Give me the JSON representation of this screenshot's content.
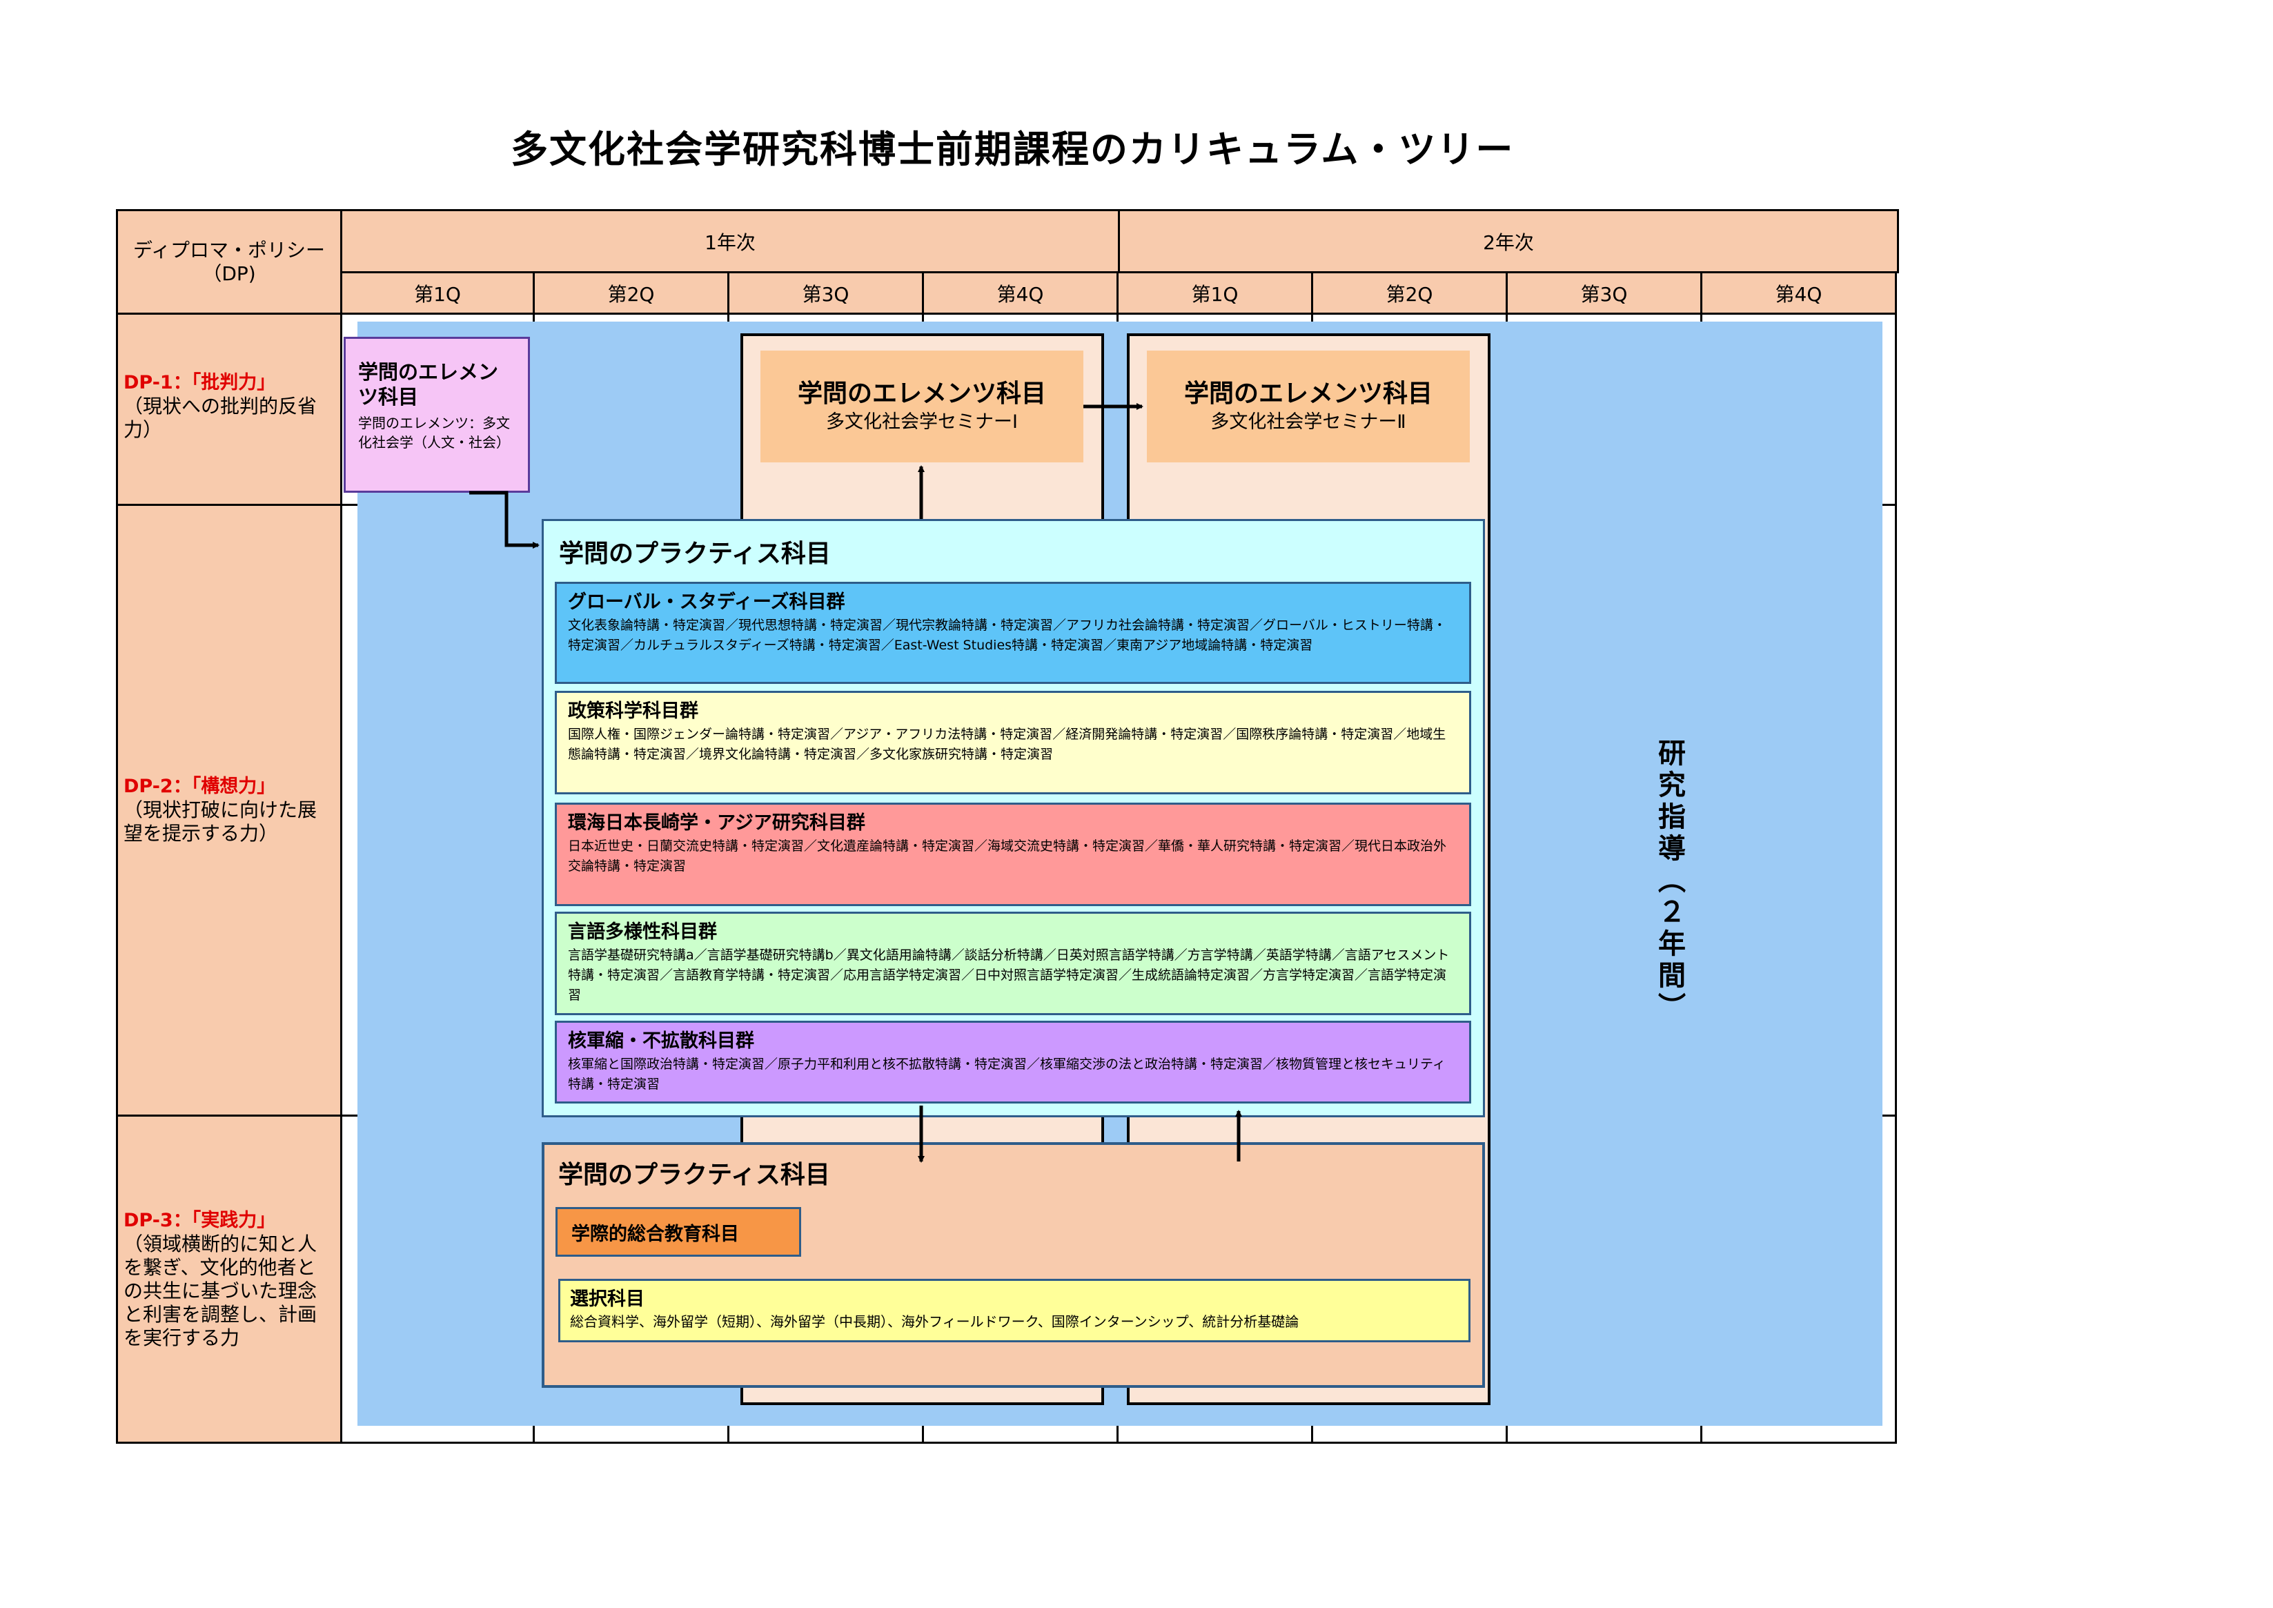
{
  "title": "多文化社会学研究科博士前期課程のカリキュラム・ツリー",
  "header": {
    "dp_header": "ディプロマ・ポリシー（DP)",
    "year1": "1年次",
    "year2": "2年次",
    "quarters": [
      "第1Q",
      "第2Q",
      "第3Q",
      "第4Q",
      "第1Q",
      "第2Q",
      "第3Q",
      "第4Q"
    ]
  },
  "dp": [
    {
      "label": "DP-1：「批判力」",
      "desc": "（現状への批判的反省力）"
    },
    {
      "label": "DP-2：「構想力」",
      "desc": "（現状打破に向けた展望を提示する力）"
    },
    {
      "label": "DP-3：「実践力」",
      "desc": "（領域横断的に知と人を繋ぎ、文化的他者との共生に基づいた理念と利害を調整し、計画を実行する力"
    }
  ],
  "elements_left": {
    "title": "学問のエレメンツ科目",
    "sub": "学問のエレメンツ：多文化社会学（人文・社会）"
  },
  "seminar1": {
    "title": "学問のエレメンツ科目",
    "sub": "多文化社会学セミナーⅠ"
  },
  "seminar2": {
    "title": "学問のエレメンツ科目",
    "sub": "多文化社会学セミナーⅡ"
  },
  "practice": {
    "title": "学問のプラクティス科目",
    "groups": [
      {
        "title": "グローバル・スタディーズ科目群",
        "desc": "文化表象論特講・特定演習／現代思想特講・特定演習／現代宗教論特講・特定演習／アフリカ社会論特講・特定演習／グローバル・ヒストリー特講・特定演習／カルチュラルスタディーズ特講・特定演習／East-West Studies特講・特定演習／東南アジア地域論特講・特定演習",
        "color": "#5ec4f8"
      },
      {
        "title": "政策科学科目群",
        "desc": "国際人権・国際ジェンダー論特講・特定演習／アジア・アフリカ法特講・特定演習／経済開発論特講・特定演習／国際秩序論特講・特定演習／地域生態論特講・特定演習／境界文化論特講・特定演習／多文化家族研究特講・特定演習",
        "color": "#ffffcc"
      },
      {
        "title": "環海日本長崎学・アジア研究科目群",
        "desc": "日本近世史・日蘭交流史特講・特定演習／文化遺産論特講・特定演習／海域交流史特講・特定演習／華僑・華人研究特講・特定演習／現代日本政治外交論特講・特定演習",
        "color": "#ff9999"
      },
      {
        "title": "言語多様性科目群",
        "desc": "言語学基礎研究特講a／言語学基礎研究特講b／異文化語用論特講／談話分析特講／日英対照言語学特講／方言学特講／英語学特講／言語アセスメント特講・特定演習／言語教育学特講・特定演習／応用言語学特定演習／日中対照言語学特定演習／生成統語論特定演習／方言学特定演習／言語学特定演習",
        "color": "#ccffcc"
      },
      {
        "title": "核軍縮・不拡散科目群",
        "desc": "核軍縮と国際政治特講・特定演習／原子力平和利用と核不拡散特講・特定演習／核軍縮交渉の法と政治特講・特定演習／核物質管理と核セキュリティ特講・特定演習",
        "color": "#cc99ff"
      }
    ]
  },
  "practice2": {
    "title": "学問のプラクティス科目",
    "interdisciplinary": "学際的総合教育科目",
    "elective_title": "選択科目",
    "elective_desc": "総合資料学、海外留学（短期）、海外留学（中長期）、海外フィールドワーク、国際インターンシップ、統計分析基礎論"
  },
  "research": "研究指導（２年間）",
  "colors": {
    "header": "#f8cbad",
    "background_blue": "#9dcbf5",
    "seminar_box": "#fbc896",
    "seminar_frame": "#fbe5d6",
    "practice_box": "#ccffff",
    "elements_left": "#f6c5f6",
    "dp_label": "#e00000",
    "interdisciplinary": "#f79646",
    "elective": "#ffff99"
  }
}
